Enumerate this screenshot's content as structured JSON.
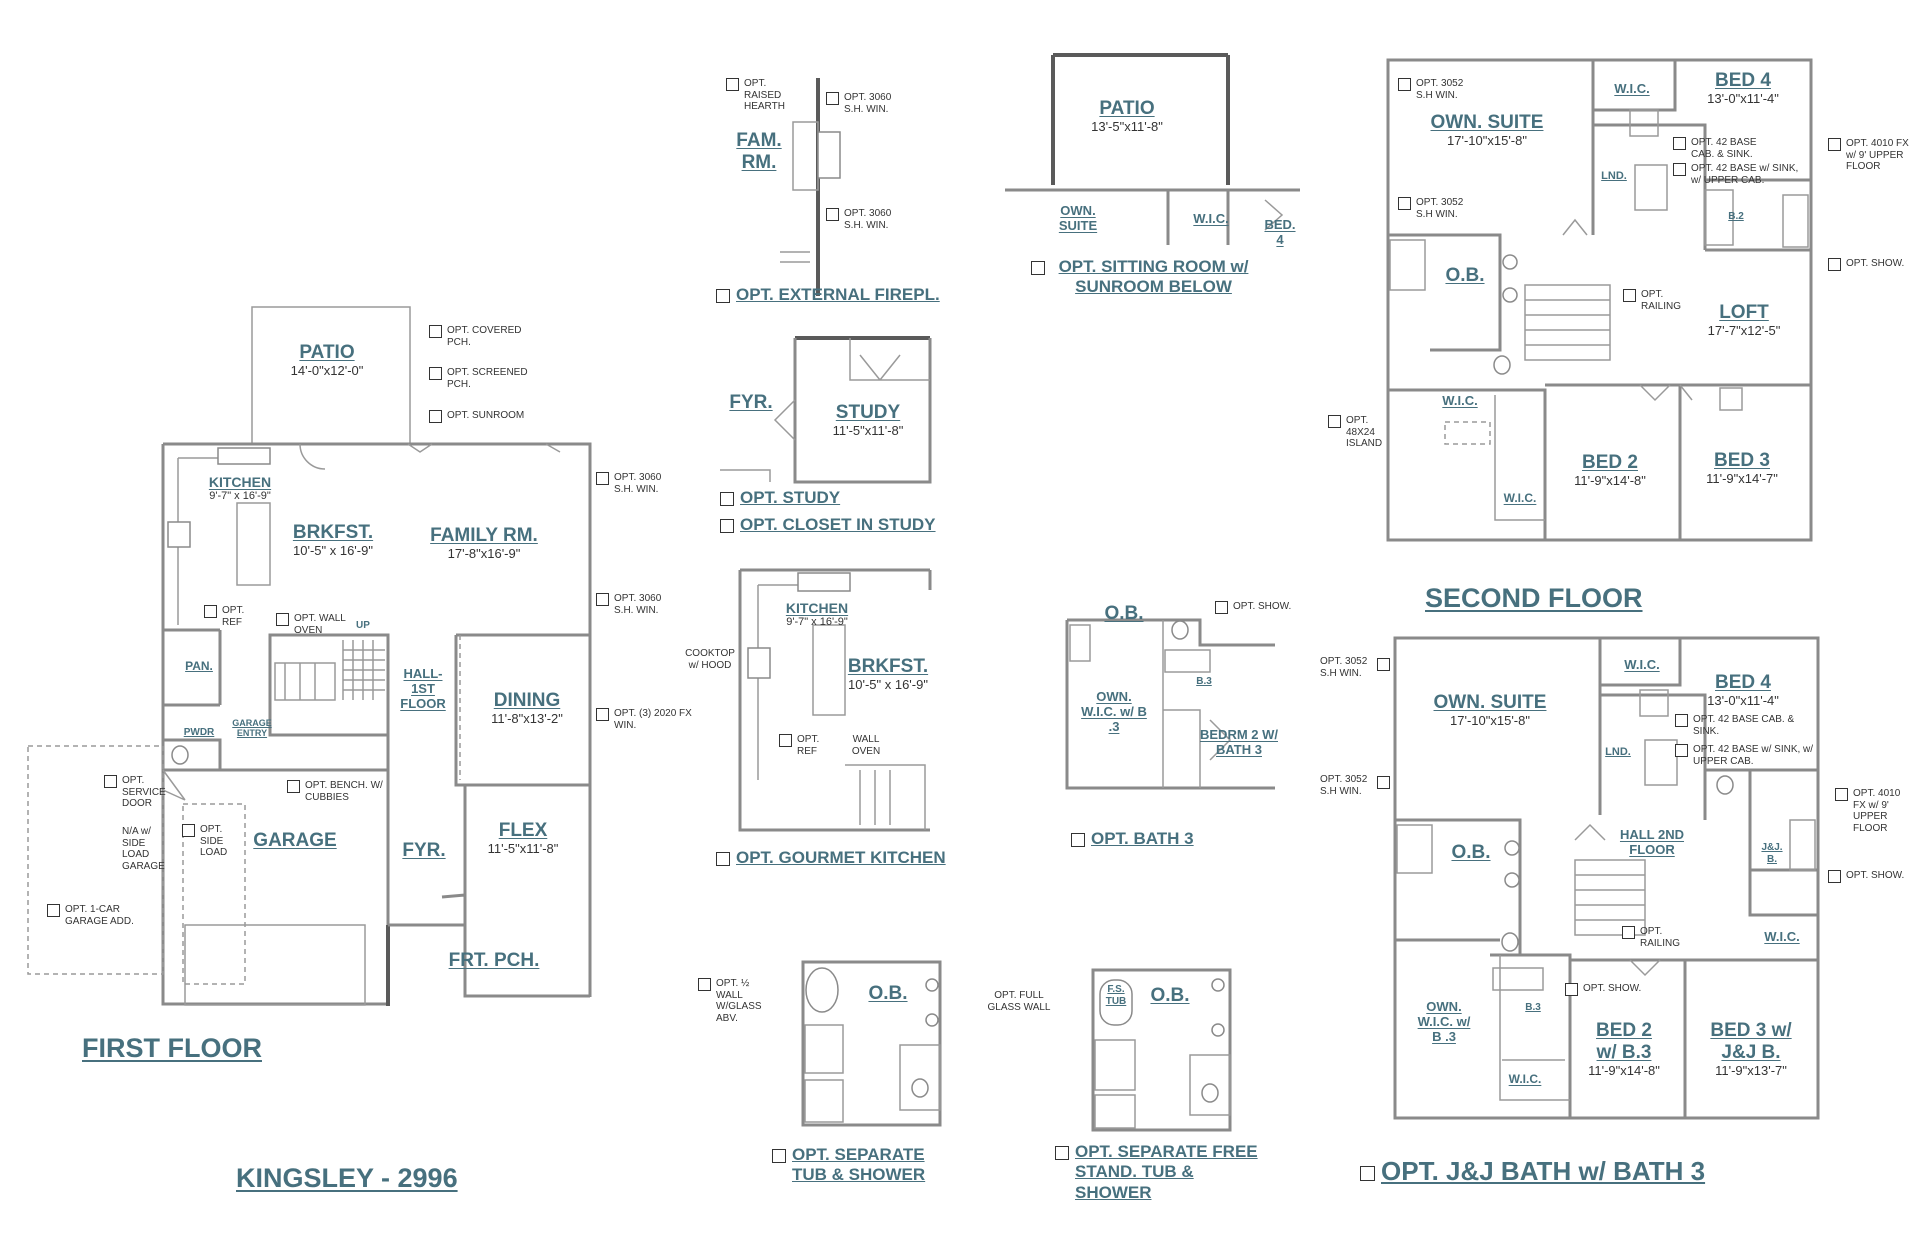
{
  "first_floor": {
    "rooms": {
      "patio": {
        "name": "PATIO",
        "dim": "14'-0\"x12'-0\""
      },
      "kitchen": {
        "name": "KITCHEN",
        "dim": "9'-7\" x 16'-9\""
      },
      "brkfst": {
        "name": "BRKFST.",
        "dim": "10'-5\" x 16'-9\""
      },
      "family": {
        "name": "FAMILY RM.",
        "dim": "17'-8\"x16'-9\""
      },
      "pan": {
        "name": "PAN."
      },
      "pwdr": {
        "name": "PWDR"
      },
      "garage_entry": {
        "name": "GARAGE ENTRY"
      },
      "hall": {
        "name": "HALL- 1ST FLOOR"
      },
      "up": {
        "name": "UP"
      },
      "dining": {
        "name": "DINING",
        "dim": "11'-8\"x13'-2\""
      },
      "garage": {
        "name": "GARAGE"
      },
      "fyr": {
        "name": "FYR."
      },
      "flex": {
        "name": "FLEX",
        "dim": "11'-5\"x11'-8\""
      },
      "frt_pch": {
        "name": "FRT. PCH."
      }
    },
    "options": {
      "covered_pch": "OPT. COVERED PCH.",
      "screened_pch": "OPT. SCREENED PCH.",
      "sunroom": "OPT. SUNROOM",
      "win_3060_a": "OPT. 3060 S.H. WIN.",
      "win_3060_b": "OPT. 3060 S.H. WIN.",
      "fx_2020": "OPT. (3) 2020 FX WIN.",
      "ref": "OPT. REF",
      "wall_oven": "OPT. WALL OVEN",
      "bench": "OPT. BENCH. W/ CUBBIES",
      "service_door": "OPT. SERVICE DOOR",
      "side_load": "OPT. SIDE LOAD",
      "na_side_load": "N/A w/ SIDE LOAD GARAGE",
      "one_car": "OPT. 1-CAR GARAGE ADD."
    },
    "title": "FIRST FLOOR"
  },
  "plan_name": "KINGSLEY - 2996",
  "ext_firepl": {
    "room": "FAM. RM.",
    "raised_hearth": "OPT. RAISED HEARTH",
    "win_a": "OPT. 3060 S.H. WIN.",
    "win_b": "OPT. 3060 S.H. WIN.",
    "caption": "OPT. EXTERNAL FIREPL."
  },
  "study": {
    "fyr": "FYR.",
    "room": "STUDY",
    "dim": "11'-5\"x11'-8\"",
    "caption1": "OPT. STUDY",
    "caption2": "OPT. CLOSET IN STUDY"
  },
  "gourmet": {
    "kitchen": "KITCHEN",
    "kitchen_dim": "9'-7\" x 16'-9\"",
    "brkfst": "BRKFST.",
    "brkfst_dim": "10'-5\" x 16'-9\"",
    "cooktop": "COOKTOP w/ HOOD",
    "ref": "OPT. REF",
    "wall_oven": "WALL OVEN",
    "caption": "OPT. GOURMET KITCHEN"
  },
  "sep_tub": {
    "half_wall": "OPT. ½ WALL W/GLASS ABV.",
    "ob": "O.B.",
    "caption": "OPT. SEPARATE TUB & SHOWER"
  },
  "sitting": {
    "patio": "PATIO",
    "patio_dim": "13'-5\"x11'-8\"",
    "own_suite": "OWN. SUITE",
    "wic": "W.I.C.",
    "bed4": "BED. 4",
    "caption": "OPT. SITTING ROOM w/ SUNROOM BELOW"
  },
  "bath3": {
    "ob": "O.B.",
    "show": "OPT. SHOW.",
    "own_wic": "OWN. W.I.C. w/ B .3",
    "b3": "B.3",
    "bedrm2": "BEDRM 2 W/ BATH 3",
    "caption": "OPT. BATH 3"
  },
  "freestand": {
    "glass": "OPT. FULL GLASS WALL",
    "tub": "F.S. TUB",
    "ob": "O.B.",
    "caption": "OPT. SEPARATE FREE STAND. TUB & SHOWER"
  },
  "second_floor": {
    "rooms": {
      "own_suite": {
        "name": "OWN. SUITE",
        "dim": "17'-10\"x15'-8\""
      },
      "wic_top": {
        "name": "W.I.C."
      },
      "bed4": {
        "name": "BED 4",
        "dim": "13'-0\"x11'-4\""
      },
      "lnd": {
        "name": "LND."
      },
      "b2": {
        "name": "B.2"
      },
      "ob": {
        "name": "O.B."
      },
      "loft": {
        "name": "LOFT",
        "dim": "17'-7\"x12'-5\""
      },
      "wic_left": {
        "name": "W.I.C."
      },
      "bed2": {
        "name": "BED 2",
        "dim": "11'-9\"x14'-8\""
      },
      "bed3": {
        "name": "BED 3",
        "dim": "11'-9\"x14'-7\""
      },
      "wic_bed2": {
        "name": "W.I.C."
      }
    },
    "options": {
      "win_3052_a": "OPT. 3052 S.H WIN.",
      "win_3052_b": "OPT. 3052 S.H WIN.",
      "base_cab": "OPT. 42 BASE CAB. & SINK.",
      "base_sink": "OPT. 42 BASE w/ SINK, w/ UPPER CAB.",
      "fx_4010": "OPT. 4010 FX w/ 9' UPPER FLOOR",
      "show": "OPT. SHOW.",
      "railing": "OPT. RAILING",
      "island": "OPT. 48X24 ISLAND"
    },
    "title": "SECOND FLOOR"
  },
  "jj": {
    "rooms": {
      "own_suite": {
        "name": "OWN. SUITE",
        "dim": "17'-10\"x15'-8\""
      },
      "wic_top": {
        "name": "W.I.C."
      },
      "bed4": {
        "name": "BED 4",
        "dim": "13'-0\"x11'-4\""
      },
      "lnd": {
        "name": "LND."
      },
      "ob": {
        "name": "O.B."
      },
      "hall2": {
        "name": "HALL 2ND FLOOR"
      },
      "jjb": {
        "name": "J&J. B."
      },
      "wic_right": {
        "name": "W.I.C."
      },
      "own_wic": {
        "name": "OWN. W.I.C. w/ B .3"
      },
      "b3": {
        "name": "B.3"
      },
      "bed2": {
        "name": "BED 2 w/ B.3",
        "dim": "11'-9\"x14'-8\""
      },
      "bed3": {
        "name": "BED 3 w/ J&J B.",
        "dim": "11'-9\"x13'-7\""
      },
      "wic_bed2": {
        "name": "W.I.C."
      }
    },
    "options": {
      "win_3052_a": "OPT. 3052 S.H WIN.",
      "win_3052_b": "OPT. 3052 S.H WIN.",
      "base_cab": "OPT. 42 BASE CAB. & SINK.",
      "base_sink": "OPT. 42 BASE w/ SINK, w/ UPPER CAB.",
      "fx_4010": "OPT. 4010 FX w/ 9' UPPER FLOOR",
      "show_right": "OPT. SHOW.",
      "railing": "OPT. RAILING",
      "show_b3": "OPT. SHOW."
    },
    "caption": "OPT. J&J BATH w/ BATH 3"
  }
}
